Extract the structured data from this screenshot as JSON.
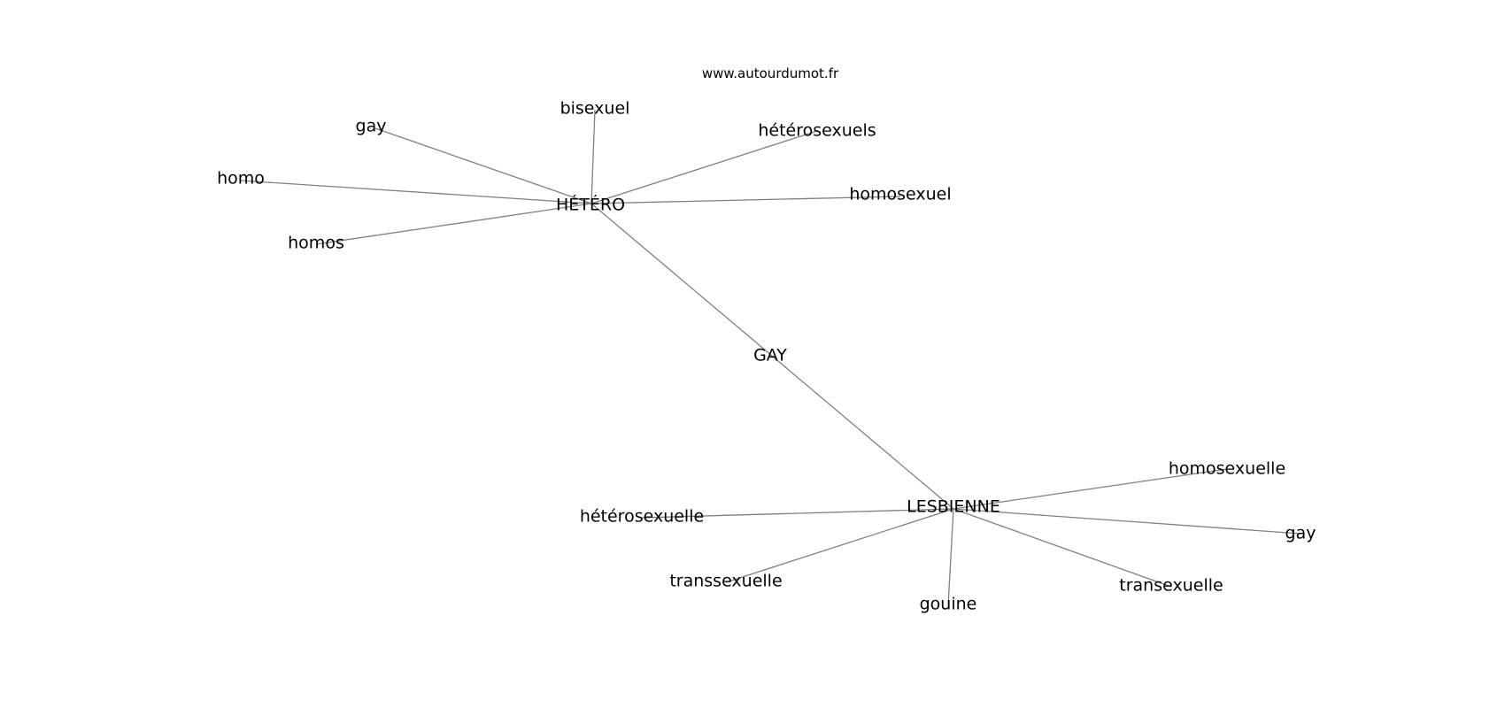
{
  "watermark": "www.autourdumot.fr",
  "colors": {
    "edge": "#7f7f7f",
    "text": "#000000",
    "background": "#ffffff"
  },
  "nodes": [
    {
      "id": "gay_center",
      "label": "GAY"
    },
    {
      "id": "hetero",
      "label": "HÉTÉRO"
    },
    {
      "id": "lesbienne",
      "label": "LESBIENNE"
    },
    {
      "id": "gay_1",
      "label": "gay"
    },
    {
      "id": "bisexuel",
      "label": "bisexuel"
    },
    {
      "id": "heterosexuels",
      "label": "hétérosexuels"
    },
    {
      "id": "homo",
      "label": "homo"
    },
    {
      "id": "homosexuel",
      "label": "homosexuel"
    },
    {
      "id": "homos",
      "label": "homos"
    },
    {
      "id": "homosexuelle",
      "label": "homosexuelle"
    },
    {
      "id": "heterosexuelle",
      "label": "hétérosexuelle"
    },
    {
      "id": "gay_2",
      "label": "gay"
    },
    {
      "id": "transsexuelle",
      "label": "transsexuelle"
    },
    {
      "id": "transexuelle",
      "label": "transexuelle"
    },
    {
      "id": "gouine",
      "label": "gouine"
    }
  ],
  "edges": [
    [
      "hetero",
      "lesbienne"
    ],
    [
      "hetero",
      "gay_1"
    ],
    [
      "hetero",
      "bisexuel"
    ],
    [
      "hetero",
      "heterosexuels"
    ],
    [
      "hetero",
      "homo"
    ],
    [
      "hetero",
      "homosexuel"
    ],
    [
      "hetero",
      "homos"
    ],
    [
      "lesbienne",
      "homosexuelle"
    ],
    [
      "lesbienne",
      "heterosexuelle"
    ],
    [
      "lesbienne",
      "gay_2"
    ],
    [
      "lesbienne",
      "transsexuelle"
    ],
    [
      "lesbienne",
      "transexuelle"
    ],
    [
      "lesbienne",
      "gouine"
    ]
  ]
}
